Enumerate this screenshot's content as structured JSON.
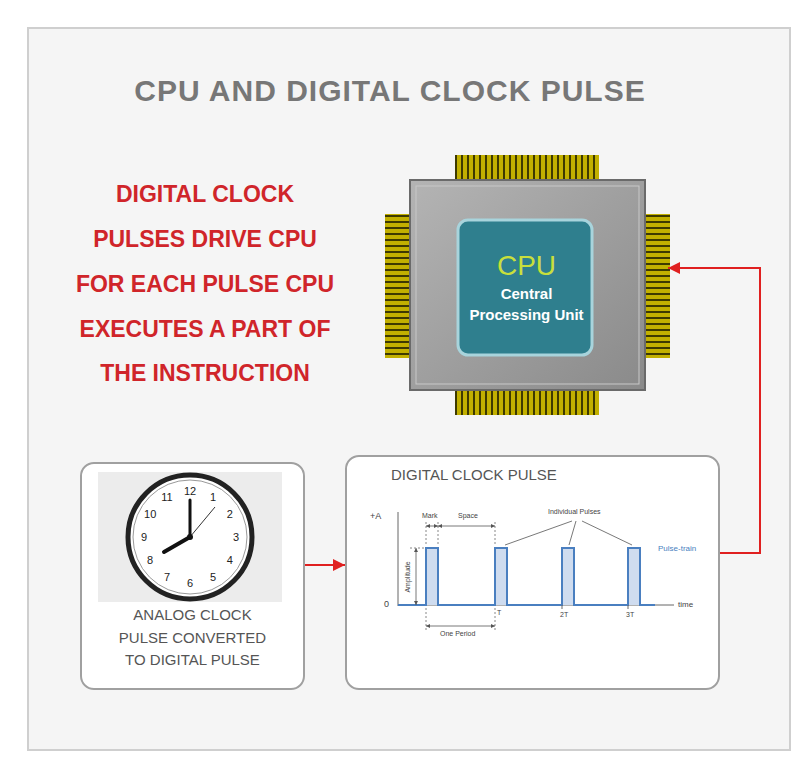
{
  "diagram": {
    "title": "CPU AND DIGITAL CLOCK PULSE",
    "nodes": [
      {
        "text": [
          "CPU",
          "Central Processing Unit"
        ]
      },
      {
        "text": [
          "ANALOG CLOCK PULSE CONVERTED TO DIGITAL PULSE"
        ]
      },
      {
        "text": [
          "DIGITAL CLOCK PULSE"
        ]
      }
    ],
    "edges": [
      {
        "from": 1,
        "to": 2,
        "arrow": "to"
      },
      {
        "from": 2,
        "to": 0,
        "arrow": "to"
      }
    ],
    "labels": [
      "DIGITAL CLOCK PULSES DRIVE CPU FOR EACH PULSE CPU EXECUTES A PART OF THE INSTRUCTION",
      "12",
      "1",
      "2",
      "3",
      "4",
      "5",
      "6",
      "7",
      "8",
      "9",
      "10",
      "11",
      "+A",
      "Mark",
      "Space",
      "Individual Pulses",
      "Pulse-train",
      "Amplitude",
      "0",
      "One Period",
      "T",
      "2T",
      "3T",
      "time"
    ]
  }
}
